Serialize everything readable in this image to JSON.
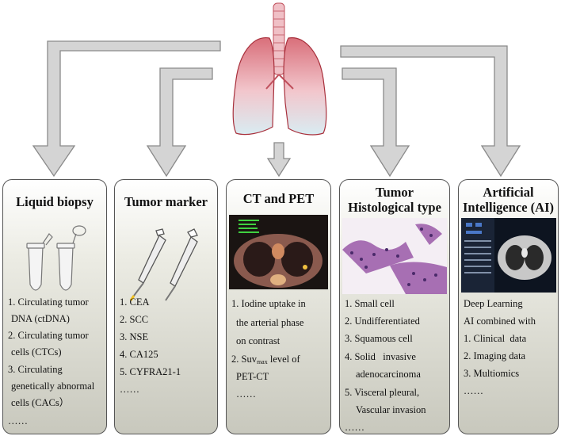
{
  "panels": [
    {
      "title": "Liquid biopsy",
      "items": [
        "1. Circulating tumor",
        "DNA (ctDNA)",
        "2. Circulating tumor",
        "cells (CTCs)",
        "3. Circulating",
        "genetically abnormal",
        "cells (CACs）",
        "……"
      ]
    },
    {
      "title": "Tumor marker",
      "items": [
        "1. CEA",
        "2. SCC",
        "3. NSE",
        "4. CA125",
        "5. CYFRA21-1",
        "……"
      ]
    },
    {
      "title": "CT and PET",
      "items": [
        "1. Iodine uptake in",
        "the arterial phase",
        "on contrast",
        "2. Suv",
        "max",
        "level  of",
        "PET-CT",
        "……"
      ]
    },
    {
      "title_lines": [
        "Tumor",
        "Histological type"
      ],
      "items": [
        "1. Small cell",
        "2. Undifferentiated",
        "3. Squamous cell",
        "4. Solid   invasive",
        "adenocarcinoma",
        "5. Visceral pleural,",
        "Vascular invasion",
        "……"
      ]
    },
    {
      "title_lines": [
        "Artificial",
        "Intelligence (AI)"
      ],
      "items": [
        "Deep Learning",
        "AI combined with",
        "1. Clinical  data",
        "2. Imaging data",
        "3. Multiomics",
        "……"
      ]
    }
  ],
  "colors": {
    "arrow_fill": "#d4d4d4",
    "arrow_stroke": "#8a8a8a",
    "lung": "#d96f7a"
  }
}
